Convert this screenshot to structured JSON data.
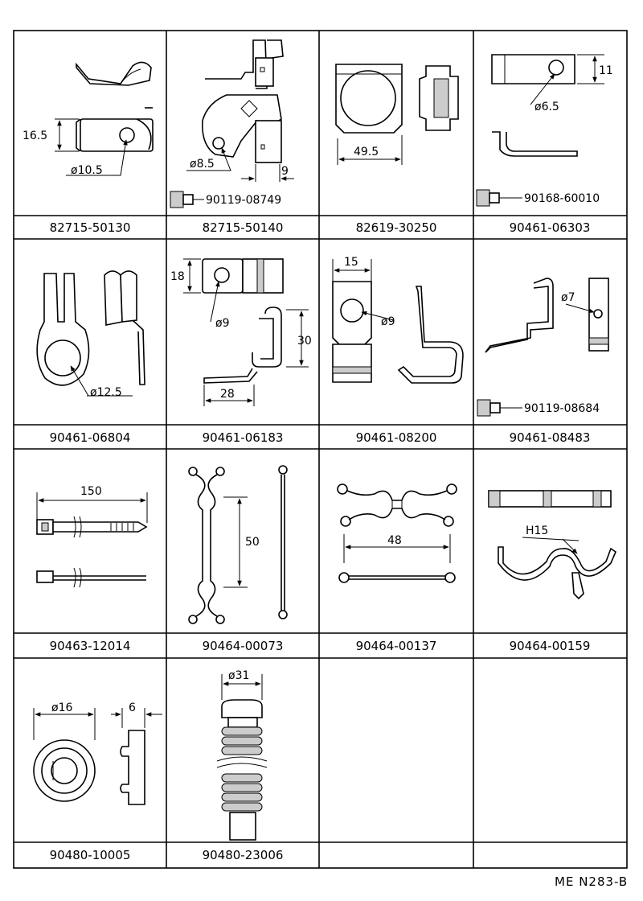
{
  "part_numbers": [
    "82715-50130",
    "82715-50140",
    "82619-30250",
    "90461-06303",
    "90461-06804",
    "90461-06183",
    "90461-08200",
    "90461-08483",
    "90463-12014",
    "90464-00073",
    "90464-00137",
    "90464-00159",
    "90480-10005",
    "90480-23006",
    "",
    ""
  ],
  "dimensions": {
    "c1_height": "16.5",
    "c1_hole": "ø10.5",
    "c2_hole": "ø8.5",
    "c2_width": "9",
    "c2_bolt": "90119-08749",
    "c3_width": "49.5",
    "c4_height": "11",
    "c4_hole": "ø6.5",
    "c4_bolt": "90168-60010",
    "c5_hole": "ø12.5",
    "c6_height": "18",
    "c6_hole": "ø9",
    "c6_drop": "30",
    "c6_width": "28",
    "c7_width": "15",
    "c7_hole": "ø9",
    "c8_hole": "ø7",
    "c8_bolt": "90119-08684",
    "c9_length": "150",
    "c10_length": "50",
    "c11_length": "48",
    "c12_size": "H15",
    "c13_dia": "ø16",
    "c13_thick": "6",
    "c14_dia": "ø31"
  },
  "footer": {
    "code": "ME N283-B"
  }
}
